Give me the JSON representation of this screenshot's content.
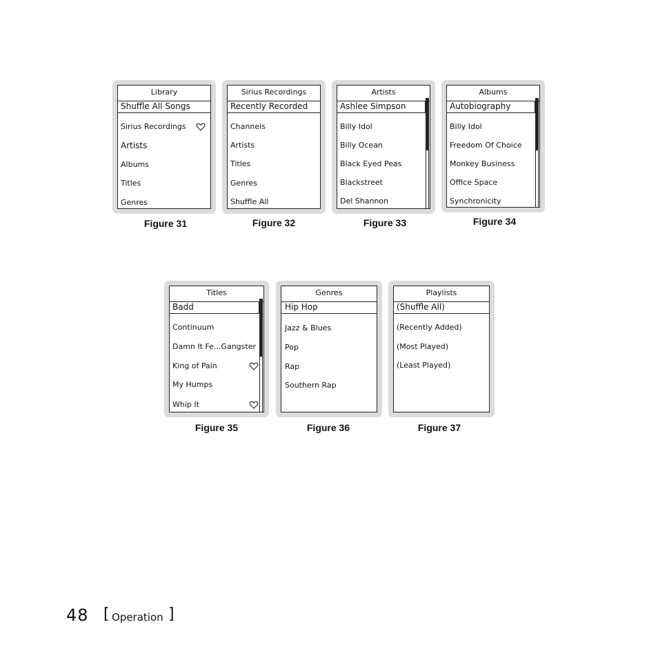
{
  "figures": [
    {
      "title": "Library",
      "selected": "Shuffle All Songs",
      "items": [
        "Sirius Recordings",
        "Artists",
        "Albums",
        "Titles",
        "Genres"
      ],
      "caption": "Figure 31"
    },
    {
      "title": "Sirius Recordings",
      "selected": "Recently Recorded",
      "items": [
        "Channels",
        "Artists",
        "Titles",
        "Genres",
        "Shuffle All"
      ],
      "caption": "Figure 32"
    },
    {
      "title": "Artists",
      "selected": "Ashlee Simpson",
      "items": [
        "Billy Idol",
        "Billy Ocean",
        "Black Eyed Peas",
        "Blackstreet",
        "Del Shannon"
      ],
      "caption": "Figure 33"
    },
    {
      "title": "Albums",
      "selected": "Autobiography",
      "items": [
        "Billy Idol",
        "Freedom Of Choice",
        "Monkey Business",
        "Office Space",
        "Synchronicity"
      ],
      "caption": "Figure 34"
    },
    {
      "title": "Titles",
      "selected": "Badd",
      "items": [
        "Continuum",
        "Damn It Fe...Gangster",
        "King of Pain",
        "My Humps",
        "Whip It"
      ],
      "caption": "Figure 35"
    },
    {
      "title": "Genres",
      "selected": "Hip Hop",
      "items": [
        "Jazz & Blues",
        "Pop",
        "Rap",
        "Southern Rap"
      ],
      "caption": "Figure 36"
    },
    {
      "title": "Playlists",
      "selected": "(Shuffle All)",
      "items": [
        "(Recently Added)",
        "(Most Played)",
        "(Least Played)"
      ],
      "caption": "Figure 37"
    }
  ],
  "footer": {
    "page_number": "48",
    "bracket_open": "[",
    "section": "Operation",
    "bracket_close": "]"
  },
  "icons": {
    "favorite": "heart-outline-icon"
  }
}
